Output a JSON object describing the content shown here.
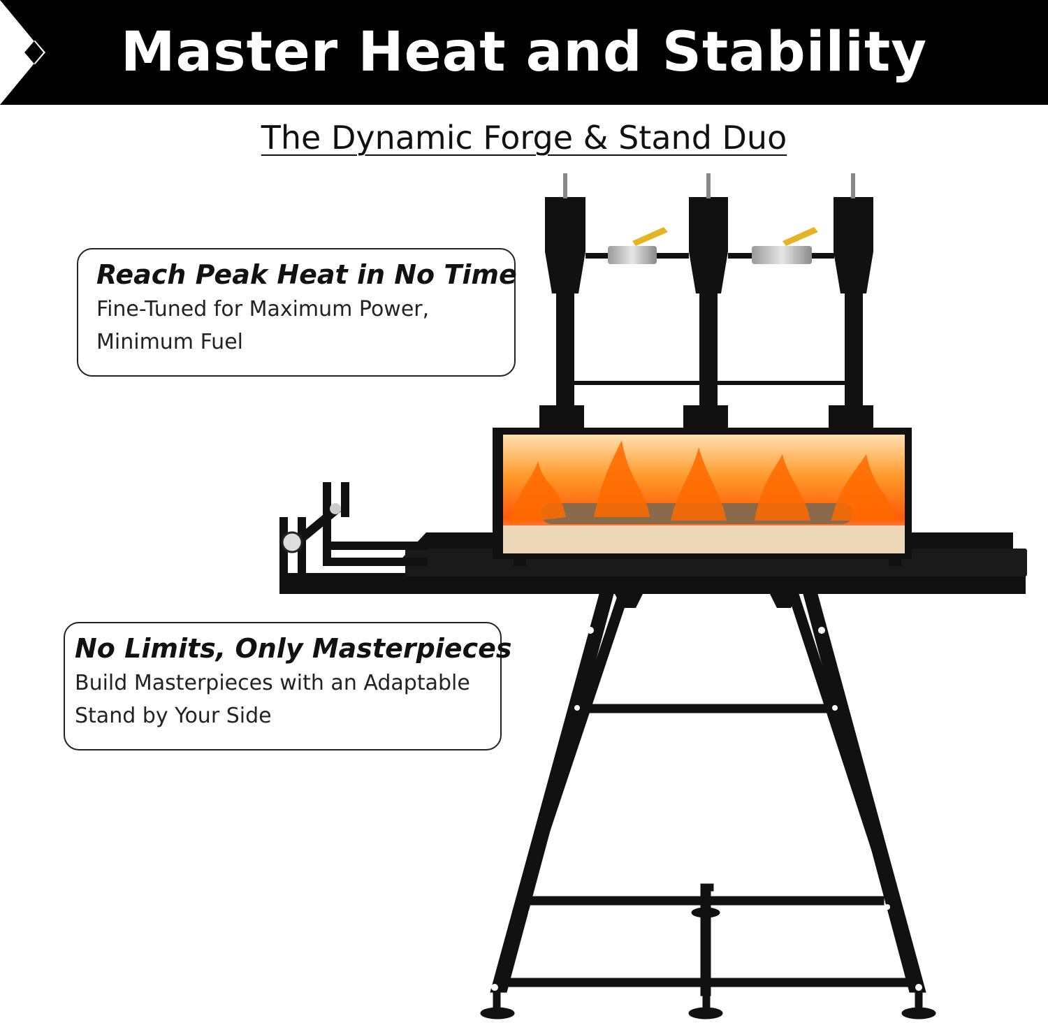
{
  "banner": {
    "title": "Master Heat and Stability"
  },
  "subtitle": "The Dynamic Forge & Stand Duo",
  "callouts": [
    {
      "heading": "Reach Peak Heat in No Time",
      "lines": [
        "Fine-Tuned for Maximum Power,",
        "Minimum Fuel"
      ]
    },
    {
      "heading": "No Limits, Only Masterpieces",
      "lines": [
        "Build Masterpieces with an Adaptable",
        "Stand by Your Side"
      ]
    }
  ],
  "colors": {
    "banner": "#000000",
    "metal": "#111111",
    "flame": "#ff7a1a",
    "brass": "#e7b326"
  },
  "image": {
    "subject": "three-burner gas forge on adjustable metal stand"
  }
}
